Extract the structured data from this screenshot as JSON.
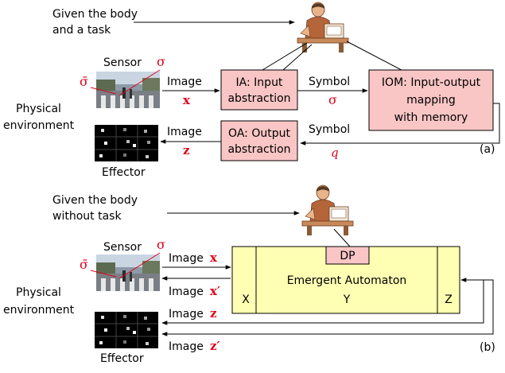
{
  "colors": {
    "box_pink": "#f9c5c5",
    "automaton_yellow": "#ffffb3",
    "red_symbol": "#e0001a",
    "line": "#000000"
  },
  "panel_a": {
    "given": [
      "Given the body",
      "and a task"
    ],
    "sensor_label": "Sensor",
    "sigma_label": "σ",
    "sigma_bar_label": "σ̄",
    "env_label": [
      "Physical",
      "environment"
    ],
    "effector_label": "Effector",
    "image_in_label": "Image",
    "image_in_symbol": "x",
    "image_out_label": "Image",
    "image_out_symbol": "z",
    "ia_box": [
      "IA: Input",
      "abstraction"
    ],
    "oa_box": [
      "OA: Output",
      "abstraction"
    ],
    "iom_box": [
      "IOM: Input-output",
      "mapping",
      "with memory"
    ],
    "symbol_in_label": "Symbol",
    "symbol_in_symbol": "σ",
    "symbol_out_label": "Symbol",
    "symbol_out_symbol": "q",
    "tag": "(a)"
  },
  "panel_b": {
    "given": [
      "Given the body",
      "without task"
    ],
    "sensor_label": "Sensor",
    "sigma_label": "σ",
    "sigma_bar_label": "σ̄",
    "env_label": [
      "Physical",
      "environment"
    ],
    "effector_label": "Effector",
    "image_x_label": "Image",
    "image_x_symbol": "x",
    "image_xp_label": "Image",
    "image_xp_symbol": "x′",
    "image_z_label": "Image",
    "image_z_symbol": "z",
    "image_zp_label": "Image",
    "image_zp_symbol": "z′",
    "dp_label": "DP",
    "automaton_label": "Emergent Automaton",
    "x_label": "X",
    "y_label": "Y",
    "z_label": "Z",
    "tag": "(b)"
  }
}
